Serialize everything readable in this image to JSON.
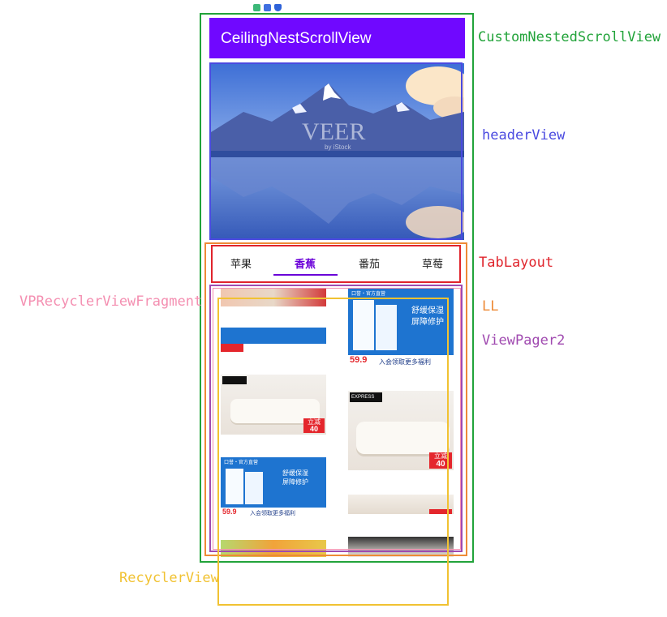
{
  "app": {
    "title": "CeilingNestScrollView"
  },
  "tabs": [
    "苹果",
    "香蕉",
    "番茄",
    "草莓"
  ],
  "active_tab": 1,
  "header_image": {
    "watermark": "VEER",
    "watermark_sub": "by iStock"
  },
  "ads": {
    "brand": "口誉・官方直营",
    "headline_1": "舒缓保湿",
    "headline_2": "屏障修护",
    "price": "59.9",
    "footer": "入会领取更多福利",
    "discount_label": "立减",
    "discount_value": "40",
    "express": "EXPRESS"
  },
  "labels": {
    "custom_nested": "CustomNestedScrollView",
    "header_view": "headerView",
    "tab_layout": "TabLayout",
    "vp_fragment": "VPRecyclerViewFragment",
    "ll": "LL",
    "viewpager2": "ViewPager2",
    "recycler_view": "RecyclerView"
  },
  "colors": {
    "app_bar": "#7008ff",
    "custom_nested": "#22a33a",
    "header_view": "#4a4ae0",
    "tab_layout": "#e0242c",
    "ll": "#ee8a36",
    "viewpager2": "#a04ab0",
    "vp_fragment": "#f48fb1",
    "recycler_view": "#f1c232"
  }
}
